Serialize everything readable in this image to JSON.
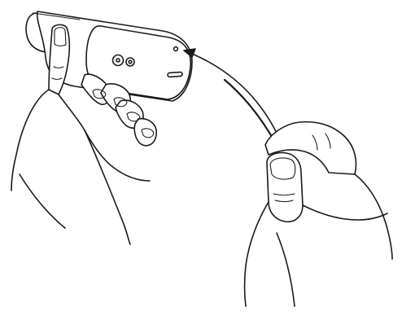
{
  "figure": {
    "labels": [],
    "parts": [
      "left-hand",
      "device",
      "reset-hole",
      "pin-tool",
      "right-hand",
      "direction-arrow"
    ]
  },
  "colors": {
    "ink": "#1a1a1a",
    "background": "#ffffff"
  },
  "icons": {
    "arrowhead": "arrowhead-icon"
  }
}
